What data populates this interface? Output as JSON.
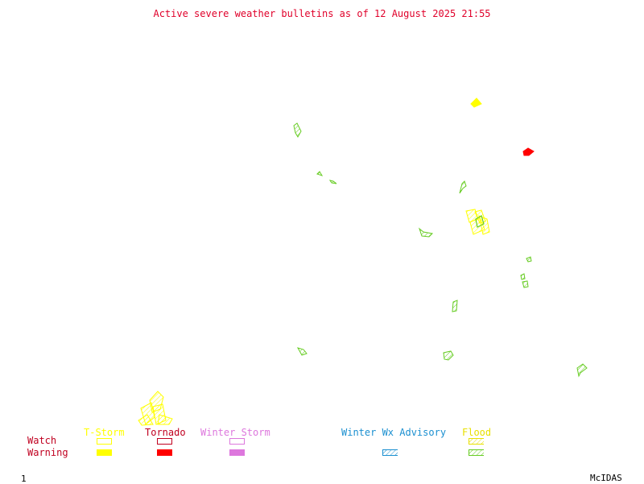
{
  "title": "Active severe weather bulletins as of 12 August 2025 21:55",
  "legend": {
    "row_watch": "Watch",
    "row_warning": "Warning",
    "row_color": "#c00020",
    "categories": [
      {
        "name": "T-Storm",
        "color": "#ffff00",
        "watch": "outline",
        "warning": "fill"
      },
      {
        "name": "Tornado",
        "color": "#ff0000",
        "watch": "outline",
        "warning": "fill"
      },
      {
        "name": "Winter Storm",
        "color": "#dd77dd",
        "watch": "outline",
        "warning": "fill"
      },
      {
        "name": "Winter Wx Advisory",
        "color": "#1a8fd0",
        "watch": "none",
        "warning": "hatch"
      },
      {
        "name": "Flood",
        "color": "#e8e000",
        "watch": "hatch",
        "warning": "hatch",
        "warning_color": "#66cc22"
      }
    ]
  },
  "colors": {
    "tstorm": "#ffff00",
    "tornado": "#ff0000",
    "flood": "#66cc22"
  },
  "footer": {
    "frame_number": "1",
    "brand": "McIDAS"
  }
}
